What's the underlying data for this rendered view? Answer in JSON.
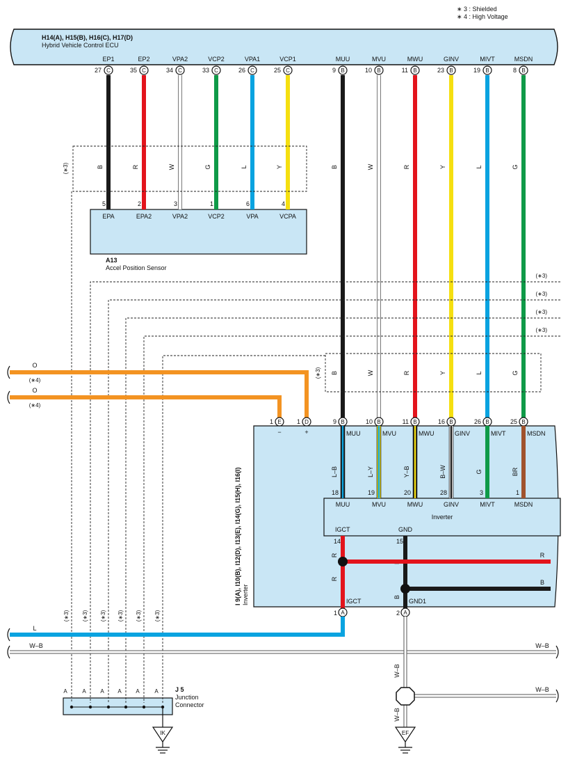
{
  "legend": {
    "shielded": "∗ 3 : Shielded",
    "high_voltage": "∗ 4 : High Voltage"
  },
  "ecu": {
    "connectors": "H14(A), H15(B), H16(C), H17(D)",
    "name": "Hybrid Vehicle Control ECU"
  },
  "colors": {
    "box_fill": "#c9e6f5",
    "B": "#1a1a1a",
    "R": "#e3141c",
    "W": "#ffffff",
    "G": "#0f9a48",
    "L": "#0aa3e0",
    "Y": "#f5df10",
    "O": "#f39322",
    "BR": "#a0522d"
  },
  "ecu_pins_left": [
    {
      "name": "EP1",
      "num": "27",
      "conn": "C",
      "wire": "B"
    },
    {
      "name": "EP2",
      "num": "35",
      "conn": "C",
      "wire": "R"
    },
    {
      "name": "VPA2",
      "num": "34",
      "conn": "C",
      "wire": "W"
    },
    {
      "name": "VCP2",
      "num": "33",
      "conn": "C",
      "wire": "G"
    },
    {
      "name": "VPA1",
      "num": "26",
      "conn": "C",
      "wire": "L"
    },
    {
      "name": "VCP1",
      "num": "25",
      "conn": "C",
      "wire": "Y"
    }
  ],
  "ecu_pins_right": [
    {
      "name": "MUU",
      "num": "9",
      "conn": "B",
      "wire": "B"
    },
    {
      "name": "MVU",
      "num": "10",
      "conn": "B",
      "wire": "W"
    },
    {
      "name": "MWU",
      "num": "11",
      "conn": "B",
      "wire": "R"
    },
    {
      "name": "GINV",
      "num": "23",
      "conn": "B",
      "wire": "Y"
    },
    {
      "name": "MIVT",
      "num": "19",
      "conn": "B",
      "wire": "L"
    },
    {
      "name": "MSDN",
      "num": "8",
      "conn": "B",
      "wire": "G"
    }
  ],
  "sensor": {
    "id": "A13",
    "name": "Accel Position Sensor",
    "pins": [
      {
        "num": "5",
        "name": "EPA"
      },
      {
        "num": "2",
        "name": "EPA2"
      },
      {
        "num": "3",
        "name": "VPA2"
      },
      {
        "num": "1",
        "name": "VCP2"
      },
      {
        "num": "6",
        "name": "VPA"
      },
      {
        "num": "4",
        "name": "VCPA"
      }
    ]
  },
  "shield_note": "(∗3)",
  "hv_note": "(∗4)",
  "orange_wires": [
    {
      "label": "O",
      "note": "(∗4)"
    },
    {
      "label": "O",
      "note": "(∗4)"
    }
  ],
  "inverter": {
    "connectors": "I 9(A), I10(B), I12(D), I13(E), I14(G), I15(H), I16(I)",
    "name": "Inverter",
    "inner_name": "Inverter",
    "top_pins": [
      {
        "num": "1",
        "conn": "E",
        "sign": "−"
      },
      {
        "num": "1",
        "conn": "D",
        "sign": "+"
      },
      {
        "num": "9",
        "conn": "B",
        "name": "MUU"
      },
      {
        "num": "10",
        "conn": "B",
        "name": "MVU"
      },
      {
        "num": "11",
        "conn": "B",
        "name": "MWU"
      },
      {
        "num": "16",
        "conn": "B",
        "name": "GINV"
      },
      {
        "num": "26",
        "conn": "B",
        "name": "MIVT"
      },
      {
        "num": "25",
        "conn": "B",
        "name": "MSDN"
      }
    ],
    "internal_wires": [
      {
        "color": "L–B",
        "num": "18",
        "name": "MUU"
      },
      {
        "color": "L–Y",
        "num": "19",
        "name": "MVU"
      },
      {
        "color": "Y–B",
        "num": "20",
        "name": "MWU"
      },
      {
        "color": "B–W",
        "num": "28",
        "name": "GINV"
      },
      {
        "color": "G",
        "num": "3",
        "name": "MIVT"
      },
      {
        "color": "BR",
        "num": "1",
        "name": "MSDN"
      }
    ],
    "igct": {
      "name": "IGCT",
      "num": "14",
      "wire": "R",
      "out_num": "1",
      "out_conn": "A"
    },
    "gnd": {
      "name": "GND",
      "num": "15",
      "wire": "B",
      "out_name": "GND1",
      "out_num": "2",
      "out_conn": "A"
    },
    "right_wire_R": "R",
    "right_wire_B": "B"
  },
  "bottom": {
    "l_wire": "L",
    "wb_wire": "W–B",
    "wb_right": "W–B",
    "wb_vertical": "W–B",
    "wb_lower": "W–B",
    "wb_lower_right": "W–B",
    "junction_id": "J 5",
    "junction_name1": "Junction",
    "junction_name2": "Connector",
    "junction_pin": "A",
    "ground_ik": "IK",
    "ground_ef": "EF"
  }
}
